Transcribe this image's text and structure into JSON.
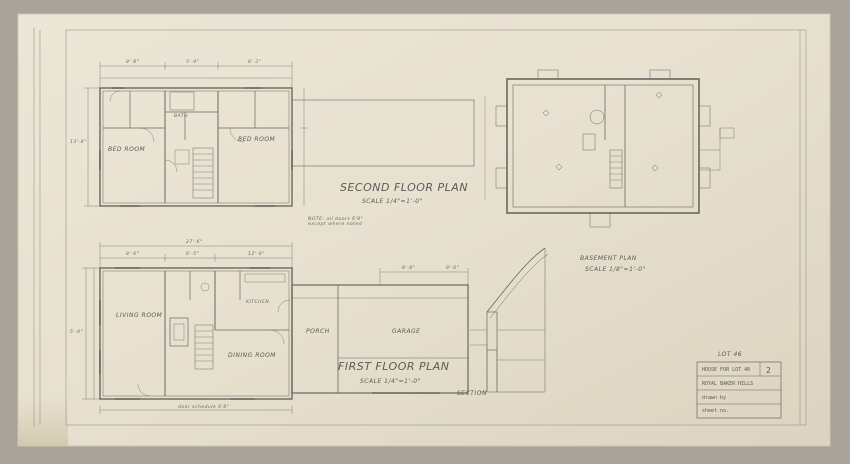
{
  "sheet": {
    "title_second_floor": "SECOND FLOOR PLAN",
    "scale_second_floor": "SCALE 1/4\"=1'-0\"",
    "title_first_floor": "FIRST FLOOR PLAN",
    "scale_first_floor": "SCALE 1/4\"=1'-0\"",
    "title_basement": "BASEMENT PLAN",
    "scale_basement": "SCALE 1/8\"=1'-0\"",
    "title_section": "SECTION",
    "lot": "LOT 46",
    "note_second_floor": "NOTE: all doors 6'8\" except where noted",
    "note_first_floor": "door schedule 6'8\""
  },
  "rooms": {
    "bed_room_1": "BED ROOM",
    "bed_room_2": "BED ROOM",
    "living_room": "LIVING ROOM",
    "dining_room": "DINING ROOM",
    "porch": "PORCH",
    "garage": "GARAGE",
    "kitchen": "KITCHEN",
    "bath": "BATH"
  },
  "dims": {
    "d1": "9'-8\"",
    "d2": "5'-9\"",
    "d3": "8'-3\"",
    "d4": "27'-6\"",
    "d5": "8'-6\"",
    "d6": "6'-5\"",
    "d7": "12'-0\"",
    "d8": "8'-8\"",
    "d9": "9'-0\"",
    "d10": "5'-0\"",
    "d11": "13'-8\""
  },
  "title_block": {
    "line1": "HOUSE FOR LOT 46",
    "line2": "ROYAL BAKER HILLS",
    "line3": "drawn by",
    "line4": "sheet no.",
    "sheet_no": "2"
  },
  "colors": {
    "background": "#a9a39a",
    "paper": "#e9e2d2",
    "ink": "#6b6760"
  }
}
